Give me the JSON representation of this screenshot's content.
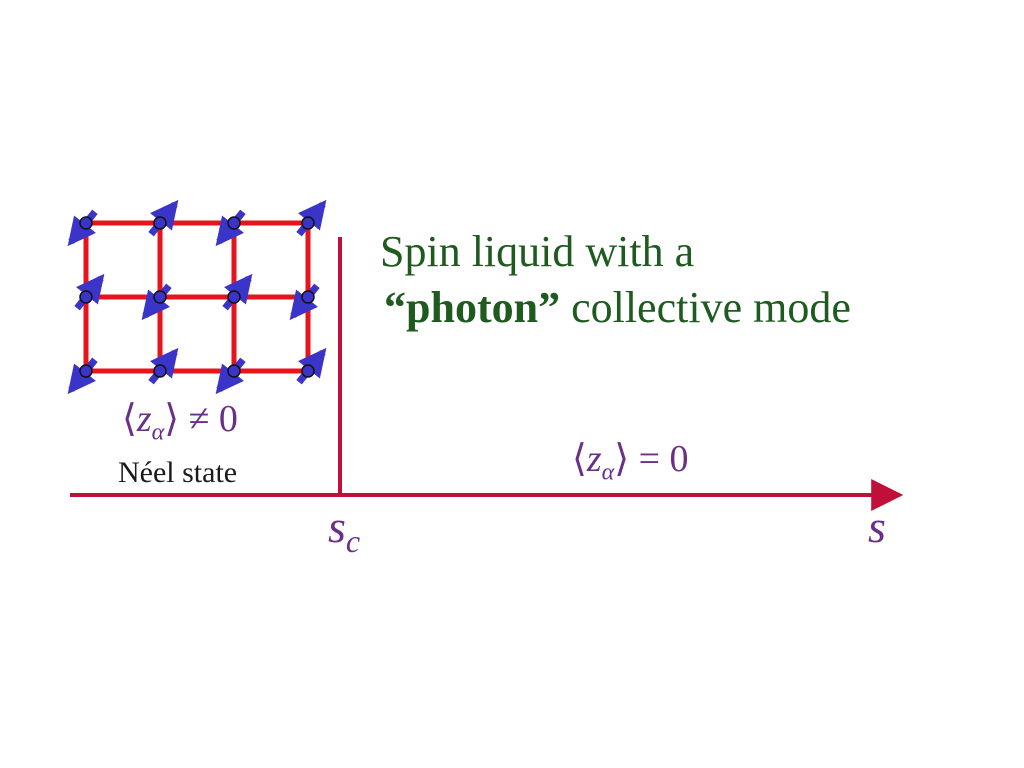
{
  "diagram": {
    "title_line1": "Spin liquid with a",
    "title_line2_bold": "“photon”",
    "title_line2_rest": "collective mode",
    "neel_label": "Néel state",
    "ordered_order_parameter": {
      "open": "⟨",
      "var": "z",
      "sub": "α",
      "close": "⟩",
      "relation": "≠ 0"
    },
    "disordered_order_parameter": {
      "open": "⟨",
      "var": "z",
      "sub": "α",
      "close": "⟩",
      "relation": "= 0"
    },
    "critical_label": {
      "var": "s",
      "sub": "c"
    },
    "axis_label": "s",
    "colors": {
      "title": "#1f5a1f",
      "math": "#6a2f86",
      "axis": "#c0103a",
      "lattice": "#e8141c",
      "spin": "#3a34c8"
    }
  }
}
